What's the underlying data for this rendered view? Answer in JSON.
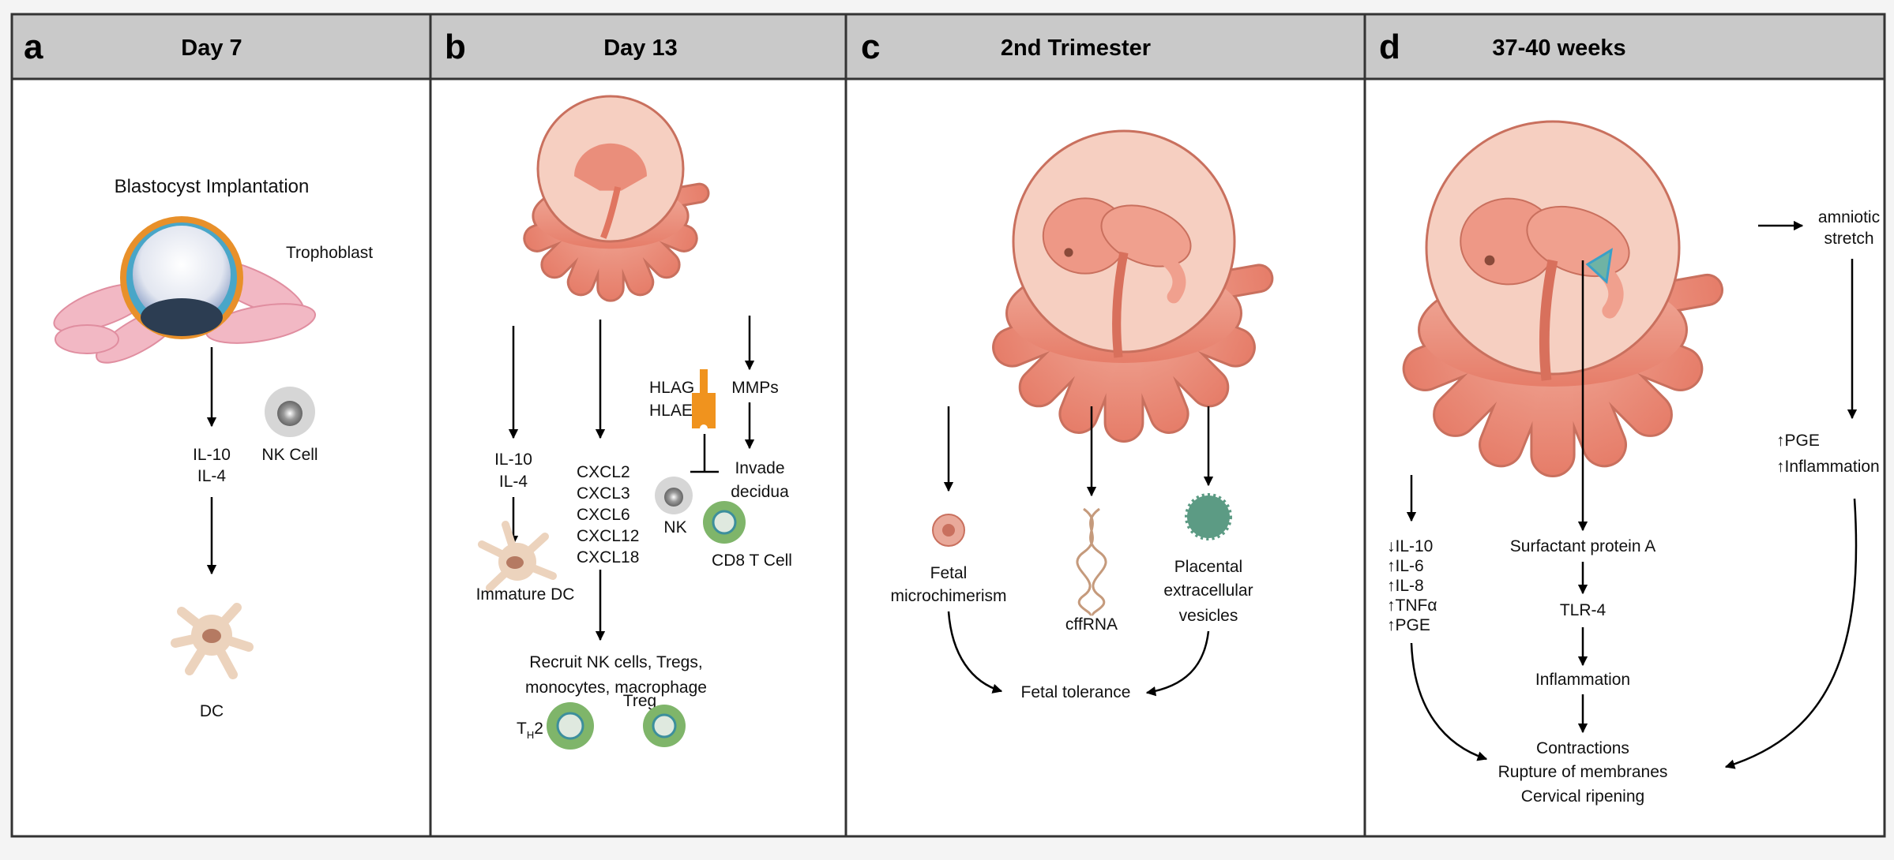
{
  "panels": [
    {
      "letter": "a",
      "title": "Day 7",
      "labels": {
        "implantation": "Blastocyst Implantation",
        "trophoblast": "Trophoblast",
        "il10": "IL-10",
        "il4": "IL-4",
        "nk": "NK Cell",
        "dc": "DC"
      }
    },
    {
      "letter": "b",
      "title": "Day 13",
      "labels": {
        "il10": "IL-10",
        "il4": "IL-4",
        "immature_dc": "Immature DC",
        "cxcl": [
          "CXCL2",
          "CXCL3",
          "CXCL6",
          "CXCL12",
          "CXCL18"
        ],
        "recruit_1": "Recruit NK cells, Tregs,",
        "recruit_2": "monocytes, macrophage",
        "th2_t": "T",
        "th2_sub": "H",
        "th2_2": "2",
        "treg": "Treg",
        "hlag": "HLAG",
        "hlae": "HLAE",
        "nk": "NK",
        "cd8": "CD8 T Cell",
        "mmps": "MMPs",
        "invade_1": "Invade",
        "invade_2": "decidua"
      }
    },
    {
      "letter": "c",
      "title": "2nd Trimester",
      "labels": {
        "fetal_1": "Fetal",
        "fetal_2": "microchimerism",
        "cffrna": "cffRNA",
        "pev_1": "Placental",
        "pev_2": "extracellular",
        "pev_3": "vesicles",
        "tolerance": "Fetal tolerance"
      }
    },
    {
      "letter": "d",
      "title": "37-40 weeks",
      "labels": {
        "amniotic_1": "amniotic",
        "amniotic_2": "stretch",
        "pge": "↑PGE",
        "inflammation_up": "↑Inflammation",
        "cytokines": [
          "↓IL-10",
          "↑IL-6",
          "↑IL-8",
          "↑TNFα",
          "↑PGE"
        ],
        "surfactant": "Surfactant protein A",
        "tlr4": "TLR-4",
        "inflammation": "Inflammation",
        "outcome_1": "Contractions",
        "outcome_2": "Rupture of membranes",
        "outcome_3": "Cervical ripening"
      }
    }
  ],
  "colors": {
    "header": "#c9c9c9",
    "placenta": "#e8907e",
    "placenta_dark": "#c9705e",
    "sac": "#f6cfc1",
    "trophoblast": "#f2b8c4",
    "blastocyst_ring": "#e8902a",
    "hla": "#f0931e",
    "t_cell": "#7fb56a",
    "nk_cell": "#c8c8c8",
    "dc": "#ecd3bd"
  }
}
